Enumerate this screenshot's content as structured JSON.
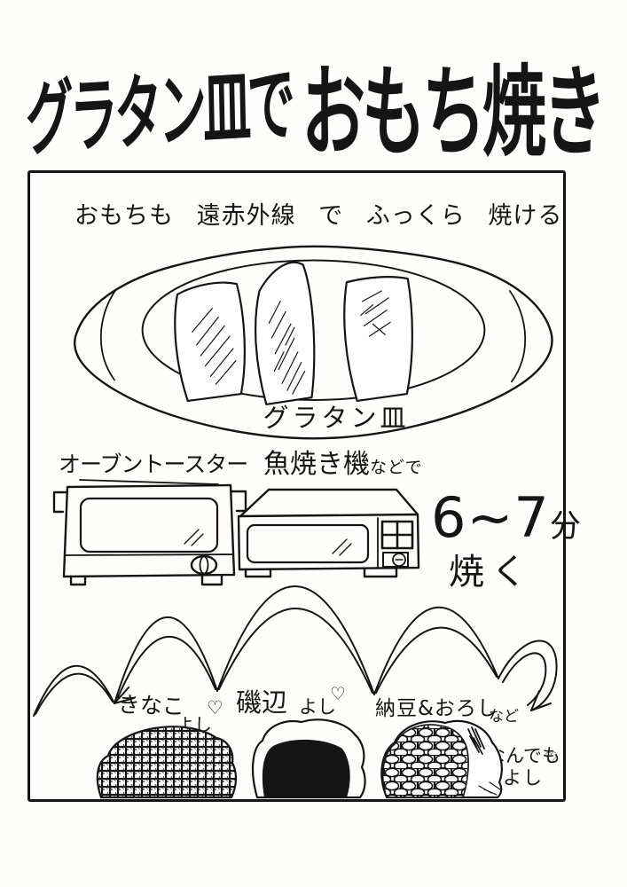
{
  "title": {
    "part1": "グラタン皿で",
    "part2": "おもち焼き"
  },
  "intro": "おもちも 遠赤外線 で ふっくら 焼ける",
  "dish": {
    "label": "グラタン皿"
  },
  "appliances": {
    "toaster": "オーブントースター",
    "grill": "魚焼き機",
    "grill_suffix": "などで",
    "duration": "6~7",
    "duration_unit": "分",
    "action": "焼く"
  },
  "toppings": {
    "kinako": "きなこ",
    "kinako_ok": "よし",
    "isobe": "磯辺",
    "isobe_ok": "よし",
    "natto": "納豆&おろし",
    "natto_suffix": "など",
    "anything": "なんでも",
    "anything_ok": "よし",
    "heart": "♡"
  },
  "colors": {
    "ink": "#151515",
    "paper": "#fffefd"
  }
}
